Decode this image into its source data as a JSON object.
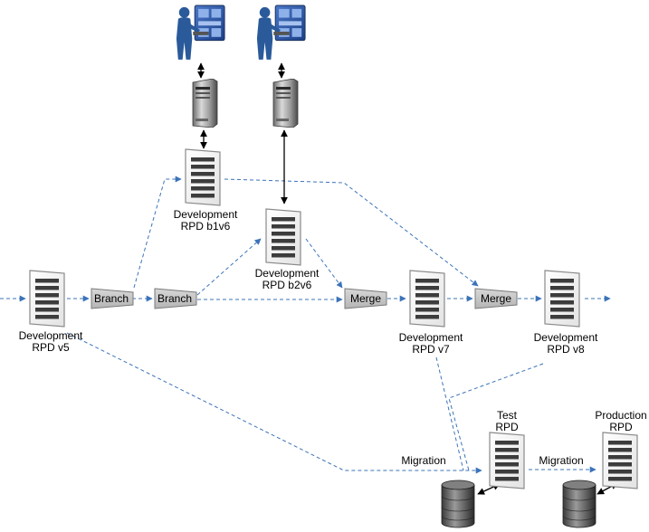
{
  "colors": {
    "flow_line": "#3b73b9",
    "connector": "#000000",
    "trapezoid_fill": "#c8c8c8",
    "trapezoid_stroke": "#7a7a7a",
    "document_stroke": "#8a8a8a",
    "user_figure": "#2a5a9a"
  },
  "documents": {
    "rpd_v5": {
      "line1": "Development",
      "line2": "RPD v5"
    },
    "rpd_b1v6": {
      "line1": "Development",
      "line2": "RPD b1v6"
    },
    "rpd_b2v6": {
      "line1": "Development",
      "line2": "RPD b2v6"
    },
    "rpd_v7": {
      "line1": "Development",
      "line2": "RPD v7"
    },
    "rpd_v8": {
      "line1": "Development",
      "line2": "RPD v8"
    },
    "test_rpd": {
      "line1": "Test",
      "line2": "RPD"
    },
    "production_rpd": {
      "line1": "Production",
      "line2": "RPD"
    }
  },
  "operations": {
    "branch_1": "Branch",
    "branch_2": "Branch",
    "merge_1": "Merge",
    "merge_2": "Merge",
    "migration_1": "Migration",
    "migration_2": "Migration"
  },
  "icons": {
    "user_1": "user-at-workstation-icon",
    "user_2": "user-at-workstation-icon",
    "server_1": "server-tower-icon",
    "server_2": "server-tower-icon",
    "database_1": "database-server-icon",
    "database_2": "database-server-icon"
  }
}
